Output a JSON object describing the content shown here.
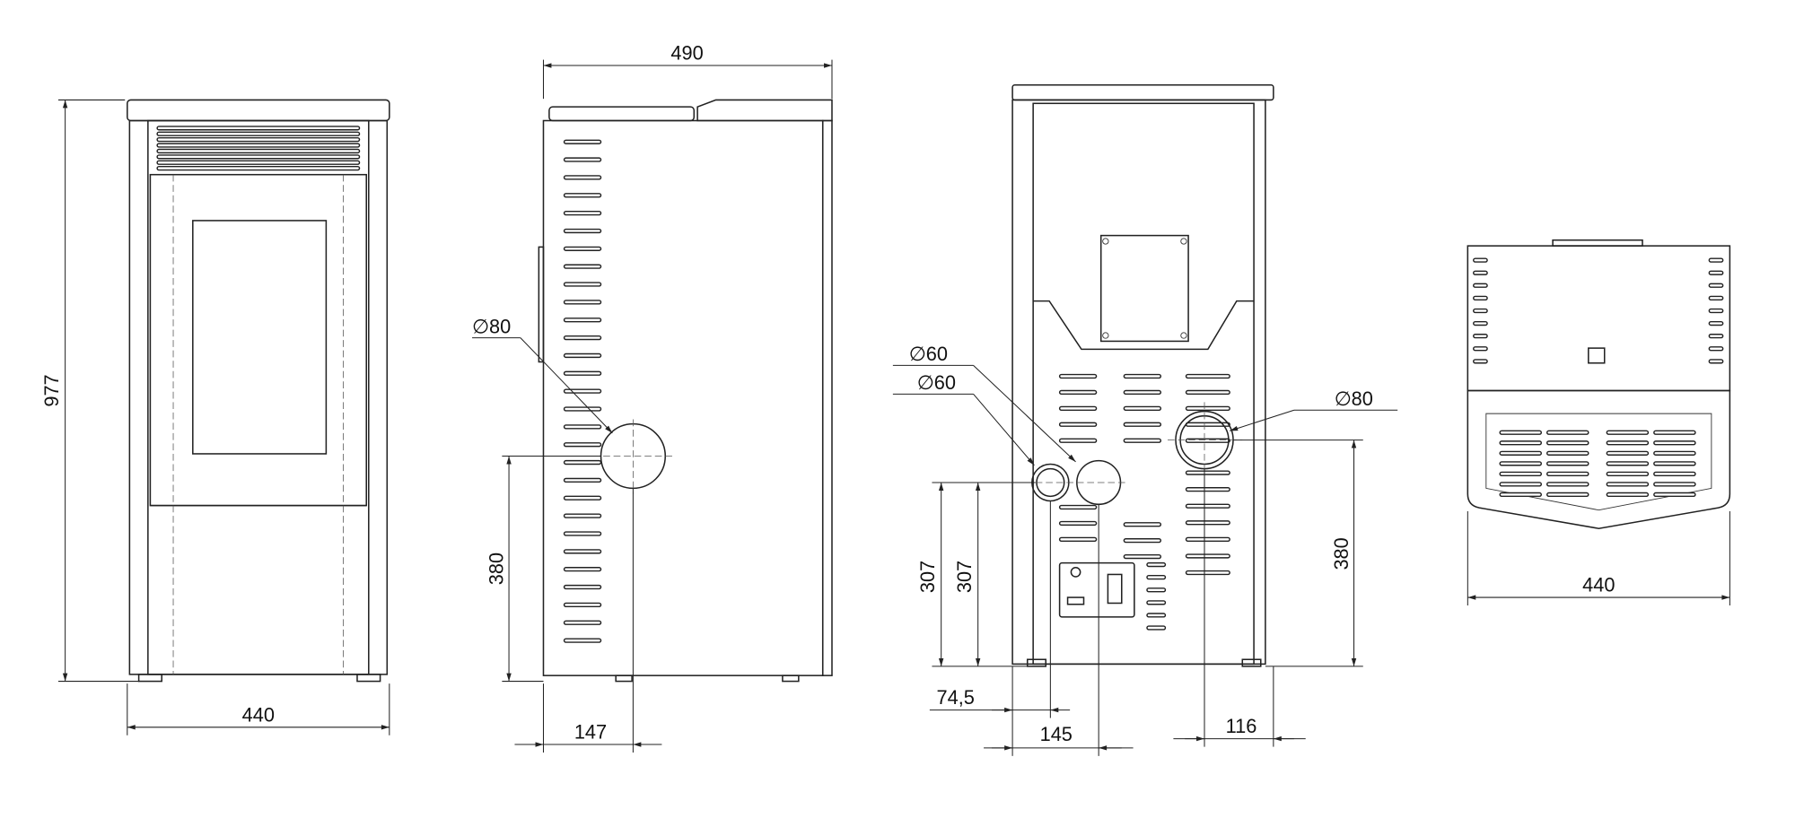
{
  "drawing": {
    "front_view": {
      "height_label": "977",
      "width_label": "440"
    },
    "side_view": {
      "depth_label": "490",
      "flue_diameter_label": "∅80",
      "flue_height_label": "380",
      "flue_offset_label": "147"
    },
    "back_view": {
      "inlet1_diameter_label": "∅60",
      "inlet2_diameter_label": "∅60",
      "flue_diameter_label": "∅80",
      "inlet1_height_label": "307",
      "inlet2_height_label": "307",
      "flue_height_label": "380",
      "inlet1_offset_label": "74,5",
      "inlet2_offset_label": "145",
      "flue_offset_label": "116"
    },
    "top_view": {
      "width_label": "440"
    }
  }
}
